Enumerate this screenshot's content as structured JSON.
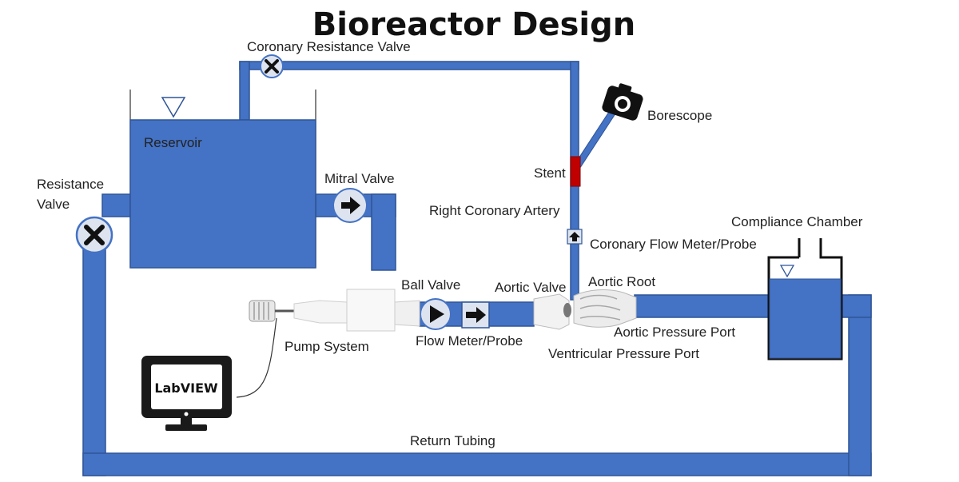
{
  "title": "Bioreactor Design",
  "labels": {
    "coronary_resistance_valve": "Coronary Resistance Valve",
    "borescope": "Borescope",
    "reservoir": "Reservoir",
    "mitral_valve": "Mitral Valve",
    "stent": "Stent",
    "resistance_valve_line1": "Resistance",
    "resistance_valve_line2": "Valve",
    "right_coronary_artery": "Right Coronary Artery",
    "compliance_chamber": "Compliance Chamber",
    "coronary_flow_meter": "Coronary Flow Meter/Probe",
    "ball_valve": "Ball Valve",
    "aortic_valve": "Aortic Valve",
    "aortic_root": "Aortic Root",
    "pump_system": "Pump System",
    "flow_meter": "Flow Meter/Probe",
    "aortic_pressure_port": "Aortic Pressure Port",
    "ventricular_pressure_port": "Ventricular Pressure Port",
    "labview": "LabVIEW",
    "return_tubing": "Return Tubing"
  },
  "colors": {
    "fluid": "#4472C4",
    "stent": "#C00000",
    "icon": "#111111"
  },
  "icons": [
    "valve-x-icon",
    "arrow-right-icon",
    "arrow-up-icon",
    "camera-icon",
    "monitor-icon",
    "triangle-level-icon",
    "play-icon"
  ]
}
